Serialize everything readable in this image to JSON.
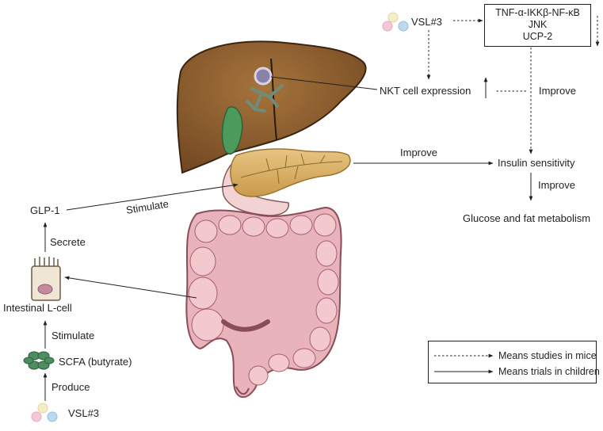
{
  "top_probiotic": {
    "label": "VSL#3"
  },
  "pathway_box": {
    "line1": "TNF-α-IKKβ-NF-κB",
    "line2": "JNK",
    "line3": "UCP-2"
  },
  "nkt": {
    "label": "NKT cell expression"
  },
  "improve_nkt": {
    "label": "Improve"
  },
  "improve_insulin": {
    "label": "Improve"
  },
  "insulin": {
    "label": "Insulin sensitivity"
  },
  "improve_metabolism": {
    "label": "Improve"
  },
  "metabolism": {
    "label": "Glucose and fat metabolism"
  },
  "glp1": {
    "label": "GLP-1"
  },
  "stimulate_pancreas": {
    "label": "Stimulate"
  },
  "secrete": {
    "label": "Secrete"
  },
  "lcell": {
    "label": "Intestinal L-cell"
  },
  "stimulate_lcell": {
    "label": "Stimulate"
  },
  "scfa": {
    "label": "SCFA (butyrate)"
  },
  "produce": {
    "label": "Produce"
  },
  "bottom_probiotic": {
    "label": "VSL#3"
  },
  "legend": {
    "dashed": "Means studies in mice",
    "solid": "Means trials in children"
  },
  "colors": {
    "liver": "#8a5a2b",
    "pancreas": "#d9b36b",
    "intestine": "#e3a6ae",
    "scfa": "#4e8c61",
    "lcell": "#efe6d6",
    "nucleus": "#c48aa0",
    "line": "#231f20"
  }
}
